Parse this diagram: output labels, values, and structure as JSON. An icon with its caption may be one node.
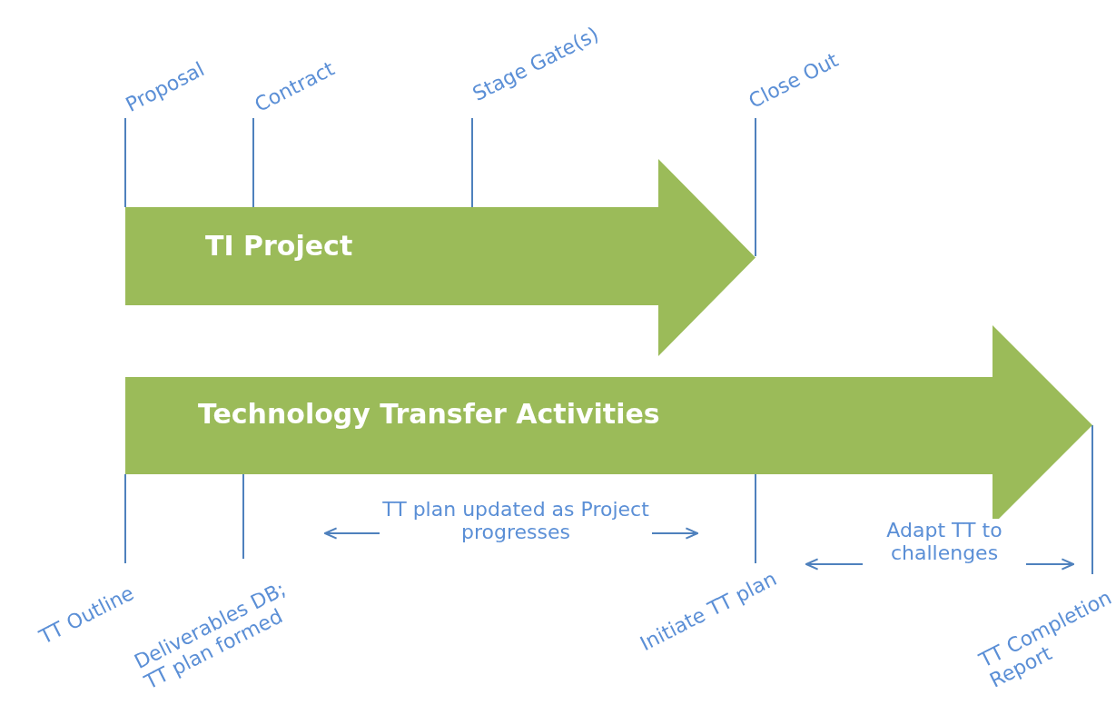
{
  "diagram": {
    "nodes": [
      {
        "text": [
          "TI Project"
        ]
      },
      {
        "text": [
          "Technology Transfer Activities"
        ]
      }
    ],
    "edges": [],
    "labels": [
      "Proposal",
      "Contract",
      "Stage Gate(s)",
      "Close Out",
      "TT plan updated as Project progresses",
      "Adapt TT to challenges",
      "TT Outline",
      "Deliverables DB; TT plan formed",
      "Initiate TT plan",
      "TT Completion Report"
    ]
  }
}
